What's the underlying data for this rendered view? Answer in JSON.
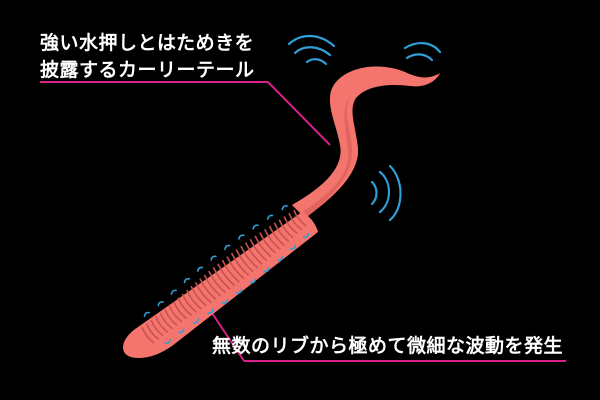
{
  "callouts": {
    "tail_line1": "強い水押しとはためきを",
    "tail_line2": "披露するカーリーテール",
    "ribs": "無数のリブから極めて微細な波動を発生"
  },
  "colors": {
    "background": "#000000",
    "lure_body": "#f4756e",
    "lure_shadow": "#d85c58",
    "leader_line": "#d8208a",
    "wave_marks": "#2f9fd6",
    "text": "#ffffff"
  },
  "icons": [
    "wave-vibration-icon"
  ]
}
